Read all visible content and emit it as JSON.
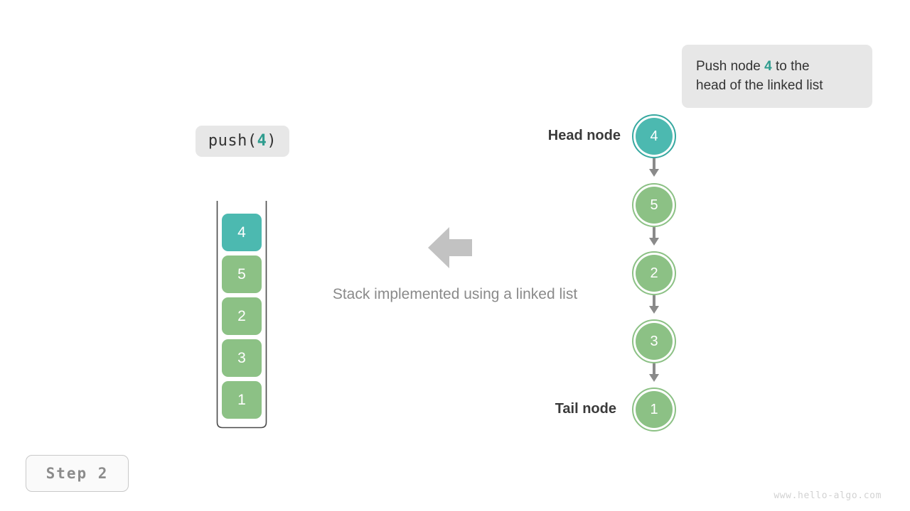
{
  "annotation": {
    "prefix": "Push node ",
    "value": "4",
    "suffix": " to the",
    "line2": "head of the linked list"
  },
  "operation": {
    "name": "push",
    "open_paren": "(",
    "argument": "4",
    "close_paren": ")"
  },
  "step_badge": "Step 2",
  "watermark": "www.hello-algo.com",
  "caption": "Stack implemented using a linked list",
  "labels": {
    "head": "Head node",
    "tail": "Tail node"
  },
  "colors": {
    "teal_fill": "#4cb9b0",
    "teal_ring": "#36a8a0",
    "teal_text": "#2e9c8e",
    "green_fill": "#8cc185",
    "green_ring": "#8cc185",
    "gray_arrow": "#8a8a8a",
    "pill_bg": "#e7e7e7"
  },
  "stack": {
    "cells": [
      {
        "value": "4",
        "color": "teal"
      },
      {
        "value": "5",
        "color": "green"
      },
      {
        "value": "2",
        "color": "green"
      },
      {
        "value": "3",
        "color": "green"
      },
      {
        "value": "1",
        "color": "green"
      }
    ]
  },
  "linked_list": {
    "nodes": [
      {
        "value": "4",
        "color": "teal"
      },
      {
        "value": "5",
        "color": "green"
      },
      {
        "value": "2",
        "color": "green"
      },
      {
        "value": "3",
        "color": "green"
      },
      {
        "value": "1",
        "color": "green"
      }
    ]
  },
  "flow_arrow": "arrow-left-icon"
}
